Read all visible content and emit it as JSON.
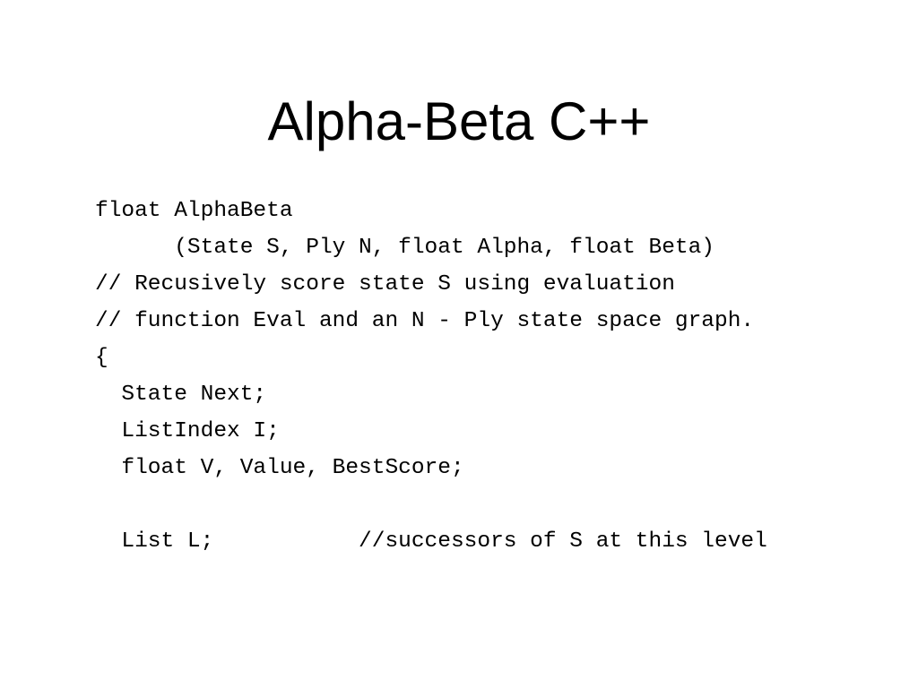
{
  "slide": {
    "title": "Alpha-Beta C++",
    "code_lines": [
      "float AlphaBeta",
      "      (State S, Ply N, float Alpha, float Beta)",
      "// Recusively score state S using evaluation",
      "// function Eval and an N - Ply state space graph.",
      "{",
      "  State Next;",
      "  ListIndex I;",
      "  float V, Value, BestScore;",
      "",
      "  List L;           //successors of S at this level"
    ]
  }
}
